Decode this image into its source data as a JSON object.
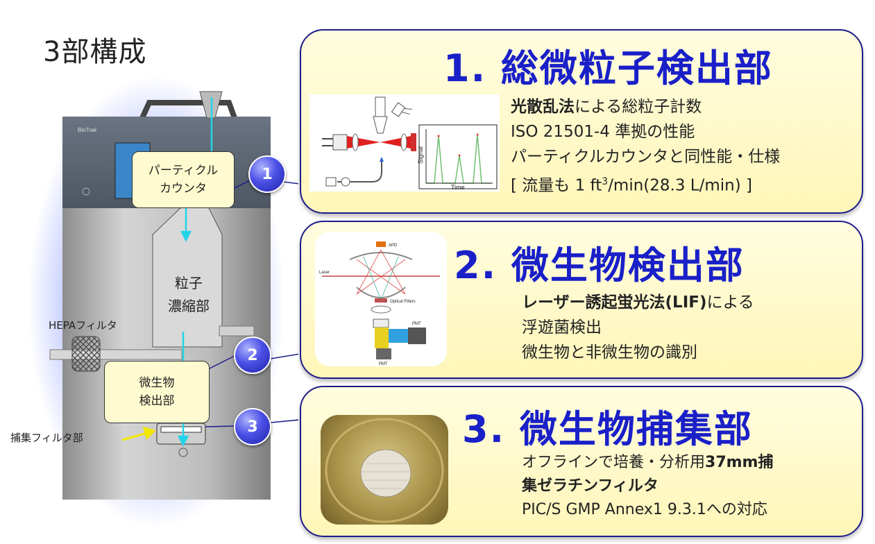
{
  "title": "3部構成",
  "device": {
    "particle_counter_label": "パーティクル\nカウンタ",
    "concentrator_label": "粒子\n濃縮部",
    "hepa_label": "HEPAフィルタ",
    "microbe_detector_label": "微生物\n検出部",
    "capture_filter_label": "捕集フィルタ部",
    "brand": "BioTrak"
  },
  "badges": [
    "1",
    "2",
    "3"
  ],
  "panels": [
    {
      "title": "1. 総微粒子検出部",
      "lines": [
        "光散乱法による総粒子計数",
        "ISO 21501-4 準拠の性能",
        "パーティクルカウンタと同性能・仕様",
        "[ 流量も 1 ft³/min(28.3 L/min) ]"
      ],
      "line1_bold": "光散乱法",
      "line1_rest": "による総粒子計数",
      "line4_pre": "[ 流量も 1 ft",
      "line4_sup": "3",
      "line4_post": "/min(28.3 L/min) ]",
      "figure": {
        "axis_y": "Signal",
        "axis_x": "Time"
      }
    },
    {
      "title": "2. 微生物検出部",
      "line1_bold": "レーザー誘起蛍光法(LIF)",
      "line1_rest": "による",
      "line2": "浮遊菌検出",
      "line3": "微生物と非微生物の識別",
      "figure": {
        "apd": "APD",
        "laser": "Laser",
        "filters": "Optical Filters",
        "pmt1": "PMT",
        "pmt2": "PMT"
      }
    },
    {
      "title": "3. 微生物捕集部",
      "line1_rest": "オフラインで培養・分析用",
      "line1_bold": "37mm捕",
      "line2_bold": "集ゼラチンフィルタ",
      "line3": "PIC/S GMP Annex1 9.3.1への対応"
    }
  ],
  "colors": {
    "panel_border": "#1c1c8a",
    "title_blue": "#1a20c8",
    "arrow_cyan": "#22d4e8",
    "badge_blue": "#4b50e6"
  }
}
